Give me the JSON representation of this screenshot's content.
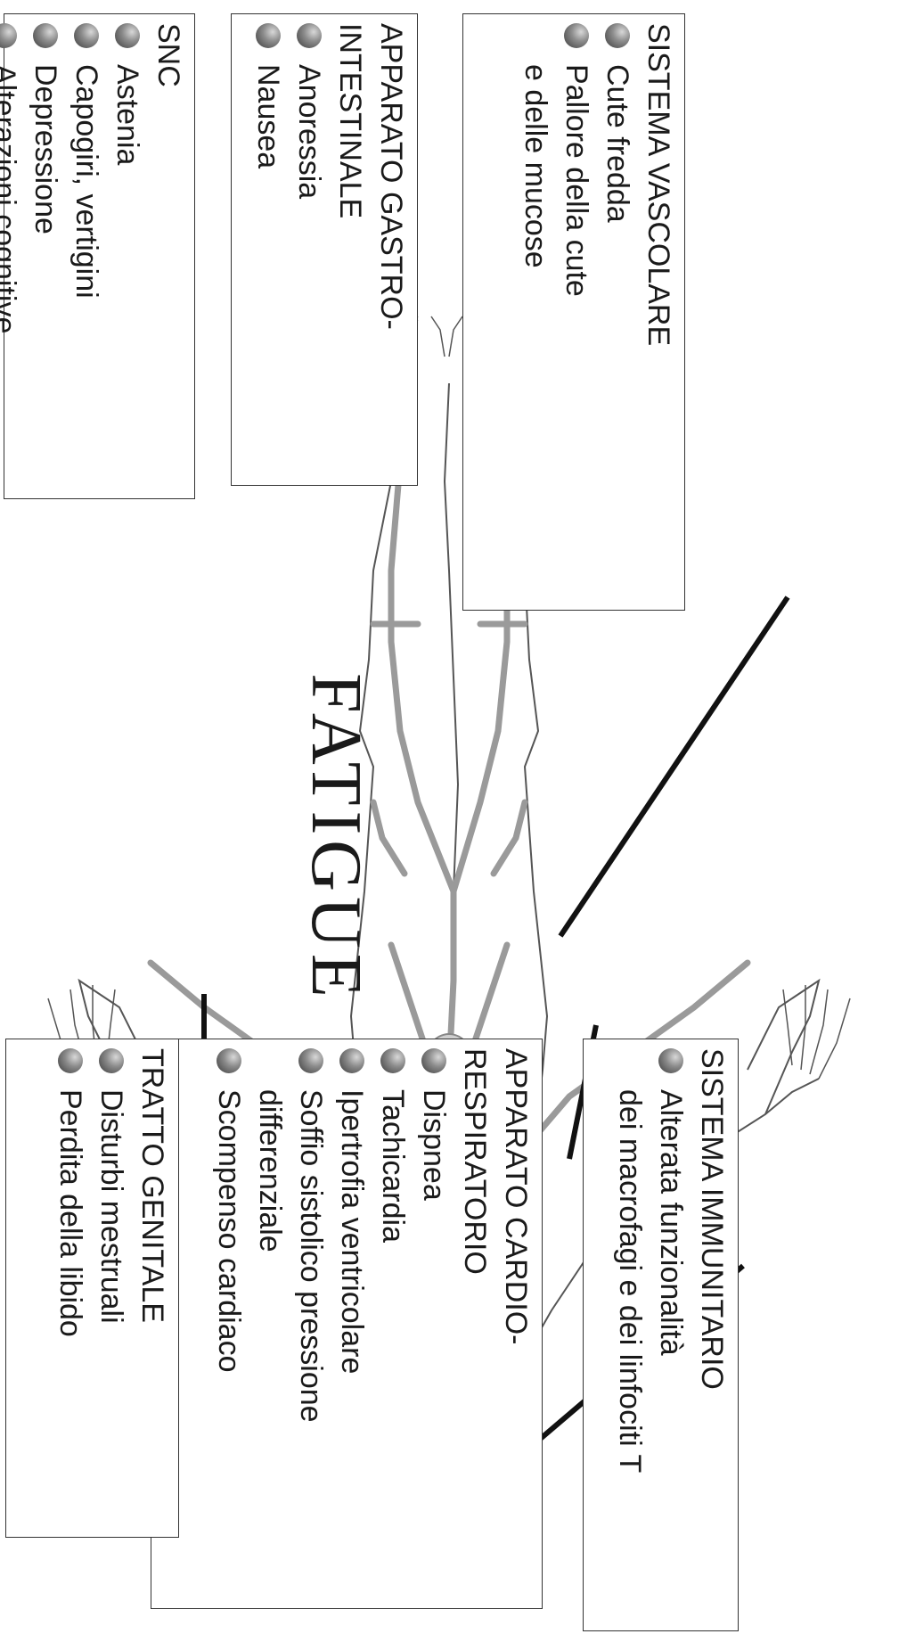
{
  "center_title": "FATIGUE",
  "colors": {
    "vessel": "#9a9a9a",
    "outline": "#555555",
    "leader": "#111111"
  },
  "boxes": {
    "snc": {
      "title": "SNC",
      "items": [
        "Astenia",
        "Capogiri, vertigini",
        "Depressione",
        "Alterazioni cognitive"
      ]
    },
    "gastro": {
      "title": "APPARATO GASTRO-\nINTESTINALE",
      "items": [
        "Anoressia",
        "Nausea"
      ]
    },
    "vascolare": {
      "title": "SISTEMA VASCOLARE",
      "items": [
        "Cute fredda",
        "Pallore della cute\ne delle mucose"
      ]
    },
    "immunitario": {
      "title": "SISTEMA IMMUNITARIO",
      "items": [
        "Alterata funzionalità\ndei macrofagi e dei linfociti T"
      ]
    },
    "cardio": {
      "title": "APPARATO CARDIO-\nRESPIRATORIO",
      "items": [
        "Dispnea",
        "Tachicardia",
        "Ipertrofia ventricolare",
        "Soffio sistolico pressione\ndifferenziale",
        "Scompenso cardiaco"
      ]
    },
    "genitale": {
      "title": "TRATTO GENITALE",
      "items": [
        "Disturbi mestruali",
        "Perdita della libido"
      ]
    }
  }
}
